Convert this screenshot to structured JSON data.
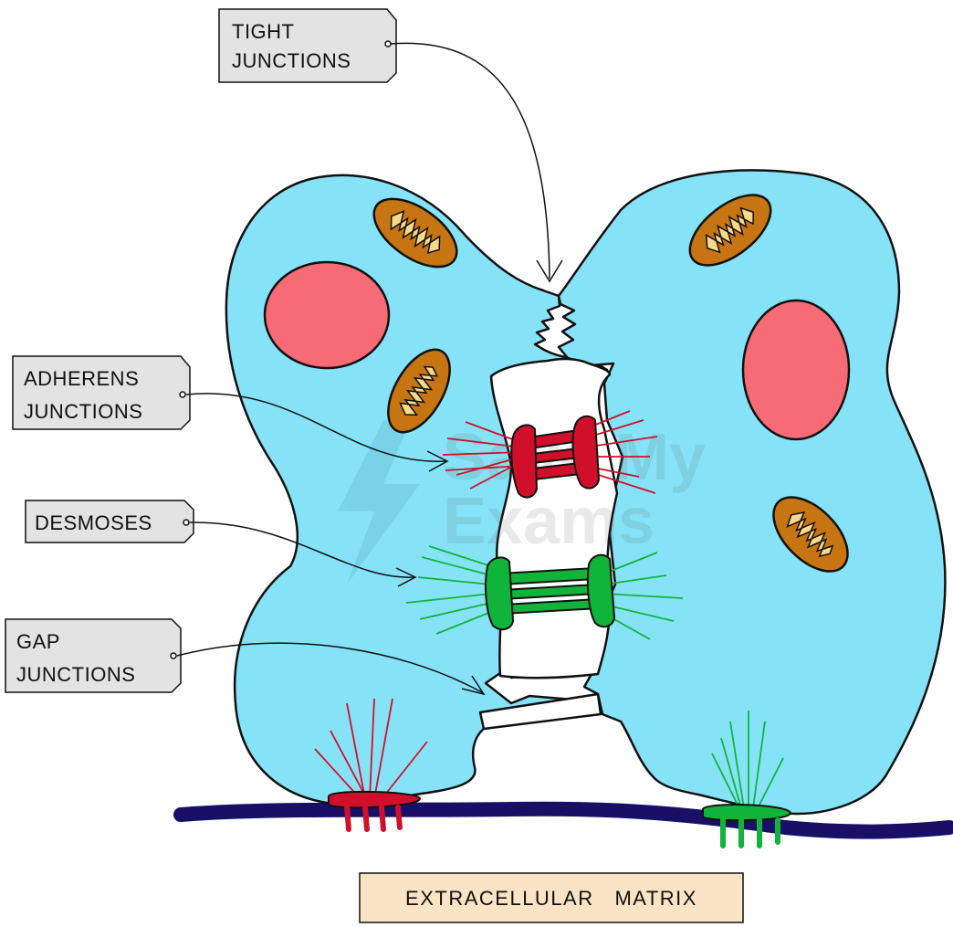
{
  "labels": {
    "tight_junctions": [
      "TIGHT",
      "JUNCTIONS"
    ],
    "adherens_junctions": [
      "ADHERENS",
      "JUNCTIONS"
    ],
    "desmosomes": [
      "DESMOSES"
    ],
    "gap_junctions": [
      "GAP",
      "JUNCTIONS"
    ],
    "extracellular_matrix": "EXTRACELLULAR   MATRIX"
  },
  "watermark": [
    "Save My",
    "Exams"
  ],
  "colors": {
    "cell_fill": "#86e3f7",
    "nucleus": "#f76b77",
    "mitochondrion": "#c77412",
    "cristae": "#f7d98a",
    "adherens": "#d0102a",
    "desmosome": "#10b43a",
    "matrix": "#1a0f66",
    "tag_fill": "#e3e3e3",
    "ecm_fill": "#fbe3c5"
  }
}
